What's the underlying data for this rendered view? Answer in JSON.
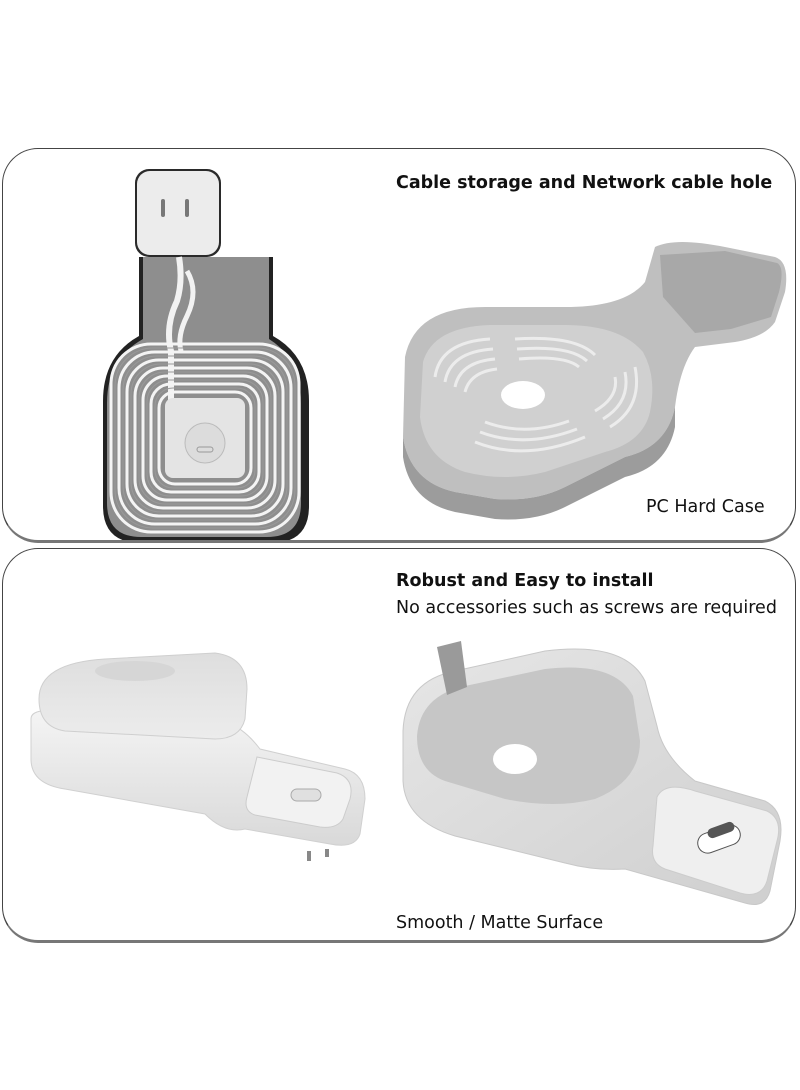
{
  "panels": [
    {
      "heading": "Cable storage and Network cable hole",
      "caption": "PC Hard Case",
      "images": [
        "holder-front-view-with-plug-and-coiled-cable",
        "holder-empty-perspective-with-cable-ribs"
      ]
    },
    {
      "heading": "Robust and Easy to install",
      "subheading": "No accessories such as screws are required",
      "caption": "Smooth / Matte Surface",
      "images": [
        "holder-with-router-mounted-perspective",
        "holder-empty-smooth-tray-perspective"
      ]
    }
  ],
  "colors": {
    "panel_border": "#444444",
    "product_light": "#f0f0f0",
    "product_mid": "#c8c8c8",
    "product_dark": "#8a8a8a",
    "text": "#111111"
  }
}
